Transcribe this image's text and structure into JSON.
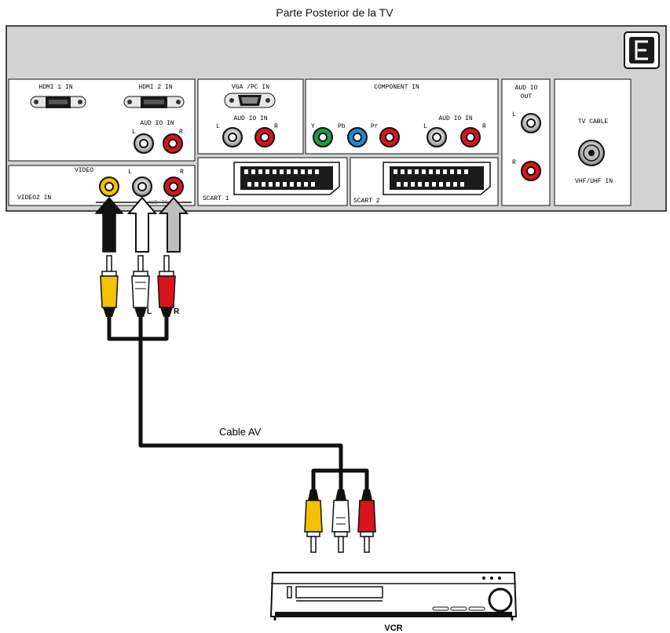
{
  "diagram": {
    "title": "Parte Posterior de la TV",
    "panels": {
      "hdmi1": "HDMI 1 IN",
      "hdmi2": "HDMI 2 IN",
      "hdmi_audio": "AUD IO IN",
      "vga": "VGA /PC IN",
      "vga_audio": "AUD IO IN",
      "component": "COMPONENT IN",
      "component_audio": "AUD IO IN",
      "audio_out_line1": "AUD IO",
      "audio_out_line2": "OUT",
      "tv_cable": "TV CABLE",
      "vhf": "VHF/UHF IN",
      "video2": "VIDEO2 IN",
      "video": "VIDEO",
      "video2_audio": "AUD IO",
      "scart1": "SCART 1",
      "scart2": "SCART 2"
    },
    "jack_labels": {
      "L": "L",
      "R": "R",
      "Y": "Y",
      "Pb": "Pb",
      "Pr": "Pr"
    },
    "plug_labels": {
      "L": "L",
      "R": "R"
    },
    "cable_label": "Cable AV",
    "device_label": "VCR",
    "colors": {
      "panel_gray": "#d2d2d2",
      "yellow": "#f2c200",
      "red": "#d8141c",
      "green": "#1e9a40",
      "blue": "#1e88d0"
    },
    "icons": {
      "power": "power-socket-icon"
    }
  }
}
